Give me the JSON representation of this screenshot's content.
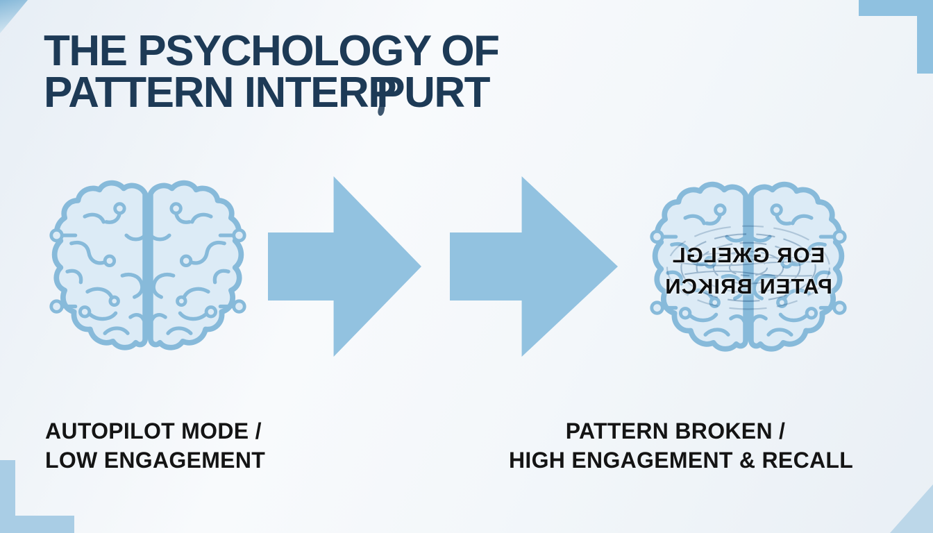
{
  "title": {
    "line1": "THE PSYCHOLOGY OF",
    "line2_pre": "PATTERN INTERP",
    "line2_overlap": "P",
    "line2_post": "URT"
  },
  "stages": {
    "left": {
      "icon": "brain-circuit-icon",
      "caption_line1": "AUTOPILOT MODE /",
      "caption_line2": "LOW ENGAGEMENT"
    },
    "right": {
      "icon": "brain-circuit-shockwave-icon",
      "caption_line1": "PATTERN BROKEN /",
      "caption_line2": "HIGH ENGAGEMENT & RECALL",
      "overlay_text_line1": "EOR GЖELGL",
      "overlay_text_line2": "PATEN BRIKCN",
      "overlay_text_style": "mirrored"
    }
  },
  "arrows": {
    "icon": "right-arrow-icon",
    "count": 2
  },
  "colors": {
    "title_color": "#1d3a56",
    "caption_color": "#141414",
    "arrow_color": "#92c2e0",
    "brain_stroke": "#87bada",
    "brain_fill": "#dcebf6",
    "accent_corner": "#8fc1e0",
    "accent_corner_light": "#a9cde5",
    "corner_triangle": "#bcd7e9",
    "corner_triangle_top": "#84b7d8",
    "overlay_text_color": "#0e0e0e"
  }
}
